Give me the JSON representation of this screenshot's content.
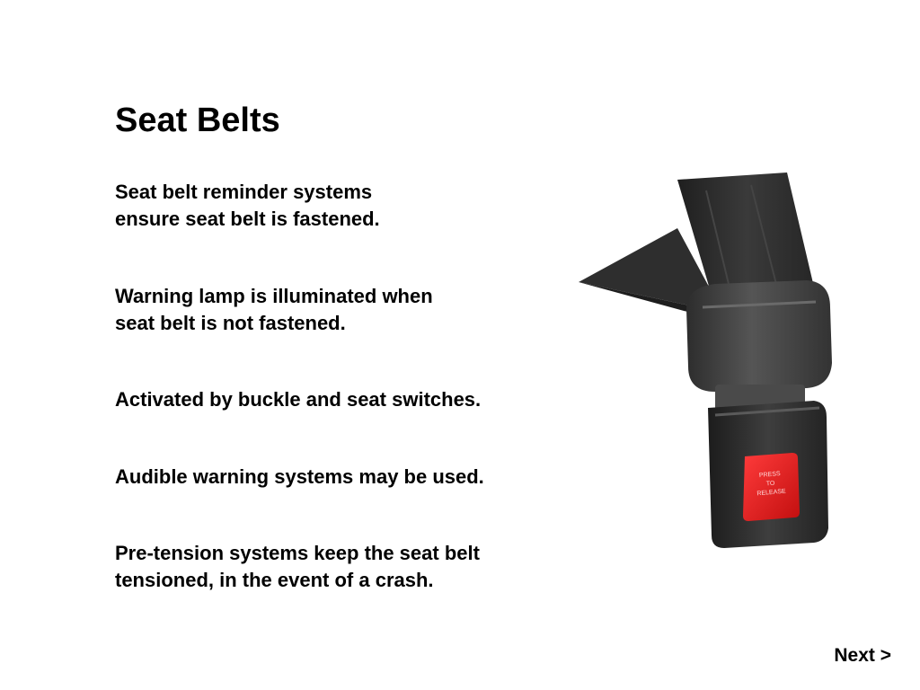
{
  "slide": {
    "title": "Seat Belts",
    "points": [
      "Seat belt reminder systems ensure seat belt is fastened.",
      "Warning lamp is illuminated when seat belt is not fastened.",
      "Activated by buckle and seat switches.",
      "Audible warning systems may be used.",
      "Pre-tension systems keep the seat belt tensioned, in the event of a crash."
    ]
  },
  "illustration": {
    "icon": "seat-belt-buckle-icon",
    "button_text_lines": [
      "PRESS",
      "TO",
      "RELEASE"
    ],
    "colors": {
      "strap": "#2c2c2c",
      "buckle": "#3a3a3a",
      "release_button": "#e81c1c"
    }
  },
  "navigation": {
    "next_label": "Next >"
  }
}
